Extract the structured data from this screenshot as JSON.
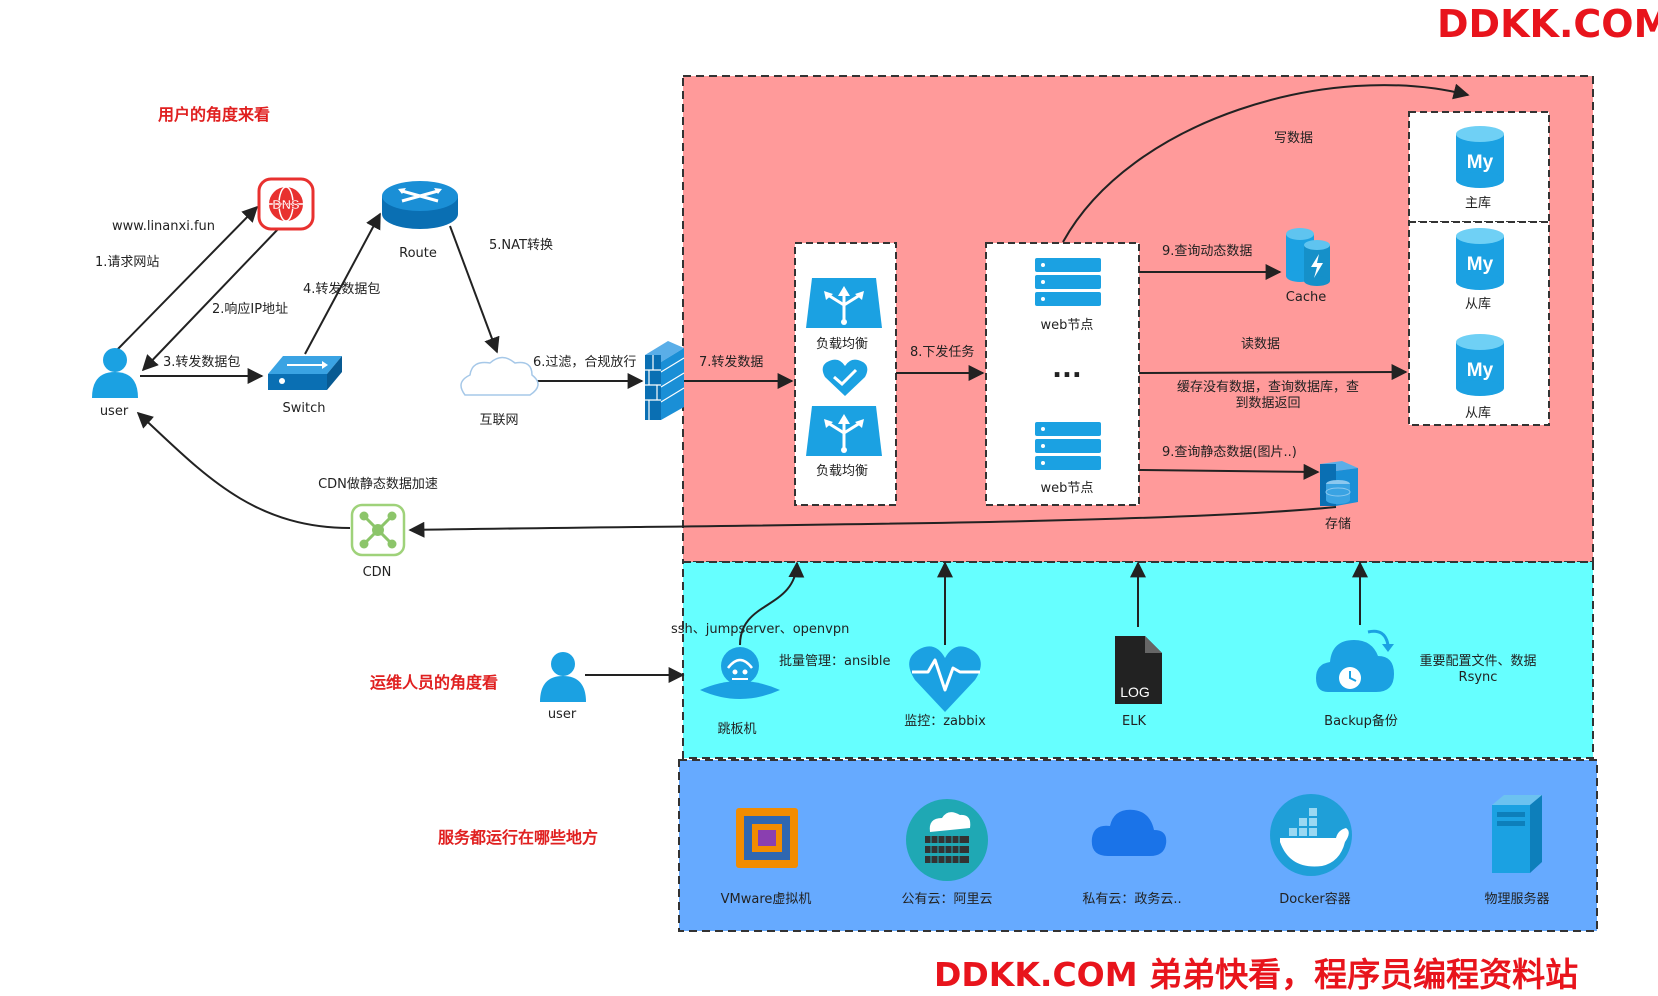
{
  "watermark": {
    "top": "DDKK.COM",
    "bottom": "DDKK.COM 弟弟快看，程序员编程资料站"
  },
  "sections": {
    "user_view": "用户的角度来看",
    "ops_view": "运维人员的角度看",
    "infra_view": "服务都运行在哪些地方"
  },
  "nodes": {
    "dns_url": "www.linanxi.fun",
    "route": "Route",
    "switch": "Switch",
    "user": "user",
    "internet": "互联网",
    "cdn": "CDN",
    "cdn_note": "CDN做静态数据加速",
    "lb1": "负载均衡",
    "lb2": "负载均衡",
    "web1": "web节点",
    "web_more": "...",
    "web2": "web节点",
    "cache": "Cache",
    "master_db": "主库",
    "slave_db1": "从库",
    "slave_db2": "从库",
    "storage": "存储",
    "ops_user": "user",
    "jump": "跳板机",
    "monitor": "监控：zabbix",
    "elk": "ELK",
    "backup": "Backup备份",
    "log_text": "LOG",
    "mysql_text": "My"
  },
  "edges": {
    "e1": "1.请求网站",
    "e2": "2.响应IP地址",
    "e3": "3.转发数据包",
    "e4": "4.转发数据包",
    "e5": "5.NAT转换",
    "e6": "6.过滤，合规放行",
    "e7": "7.转发数据",
    "e8": "8.下发任务",
    "e9a": "9.查询动态数据",
    "e9b": "9.查询静态数据(图片..)",
    "write": "写数据",
    "read": "读数据",
    "cache_miss": "缓存没有数据，查询数据库，查到数据返回",
    "ssh": "ssh、jumpserver、openvpn",
    "batch": "批量管理：ansible",
    "rsync": "重要配置文件、数据 Rsync"
  },
  "infra": [
    "VMware虚拟机",
    "公有云：阿里云",
    "私有云：政务云..",
    "Docker容器",
    "物理服务器"
  ],
  "colors": {
    "service_zone": "#ff9a9a",
    "ops_zone": "#66ffff",
    "infra_zone": "#66aaff",
    "icon_blue": "#1ba1e2",
    "label_red": "#e02020"
  }
}
